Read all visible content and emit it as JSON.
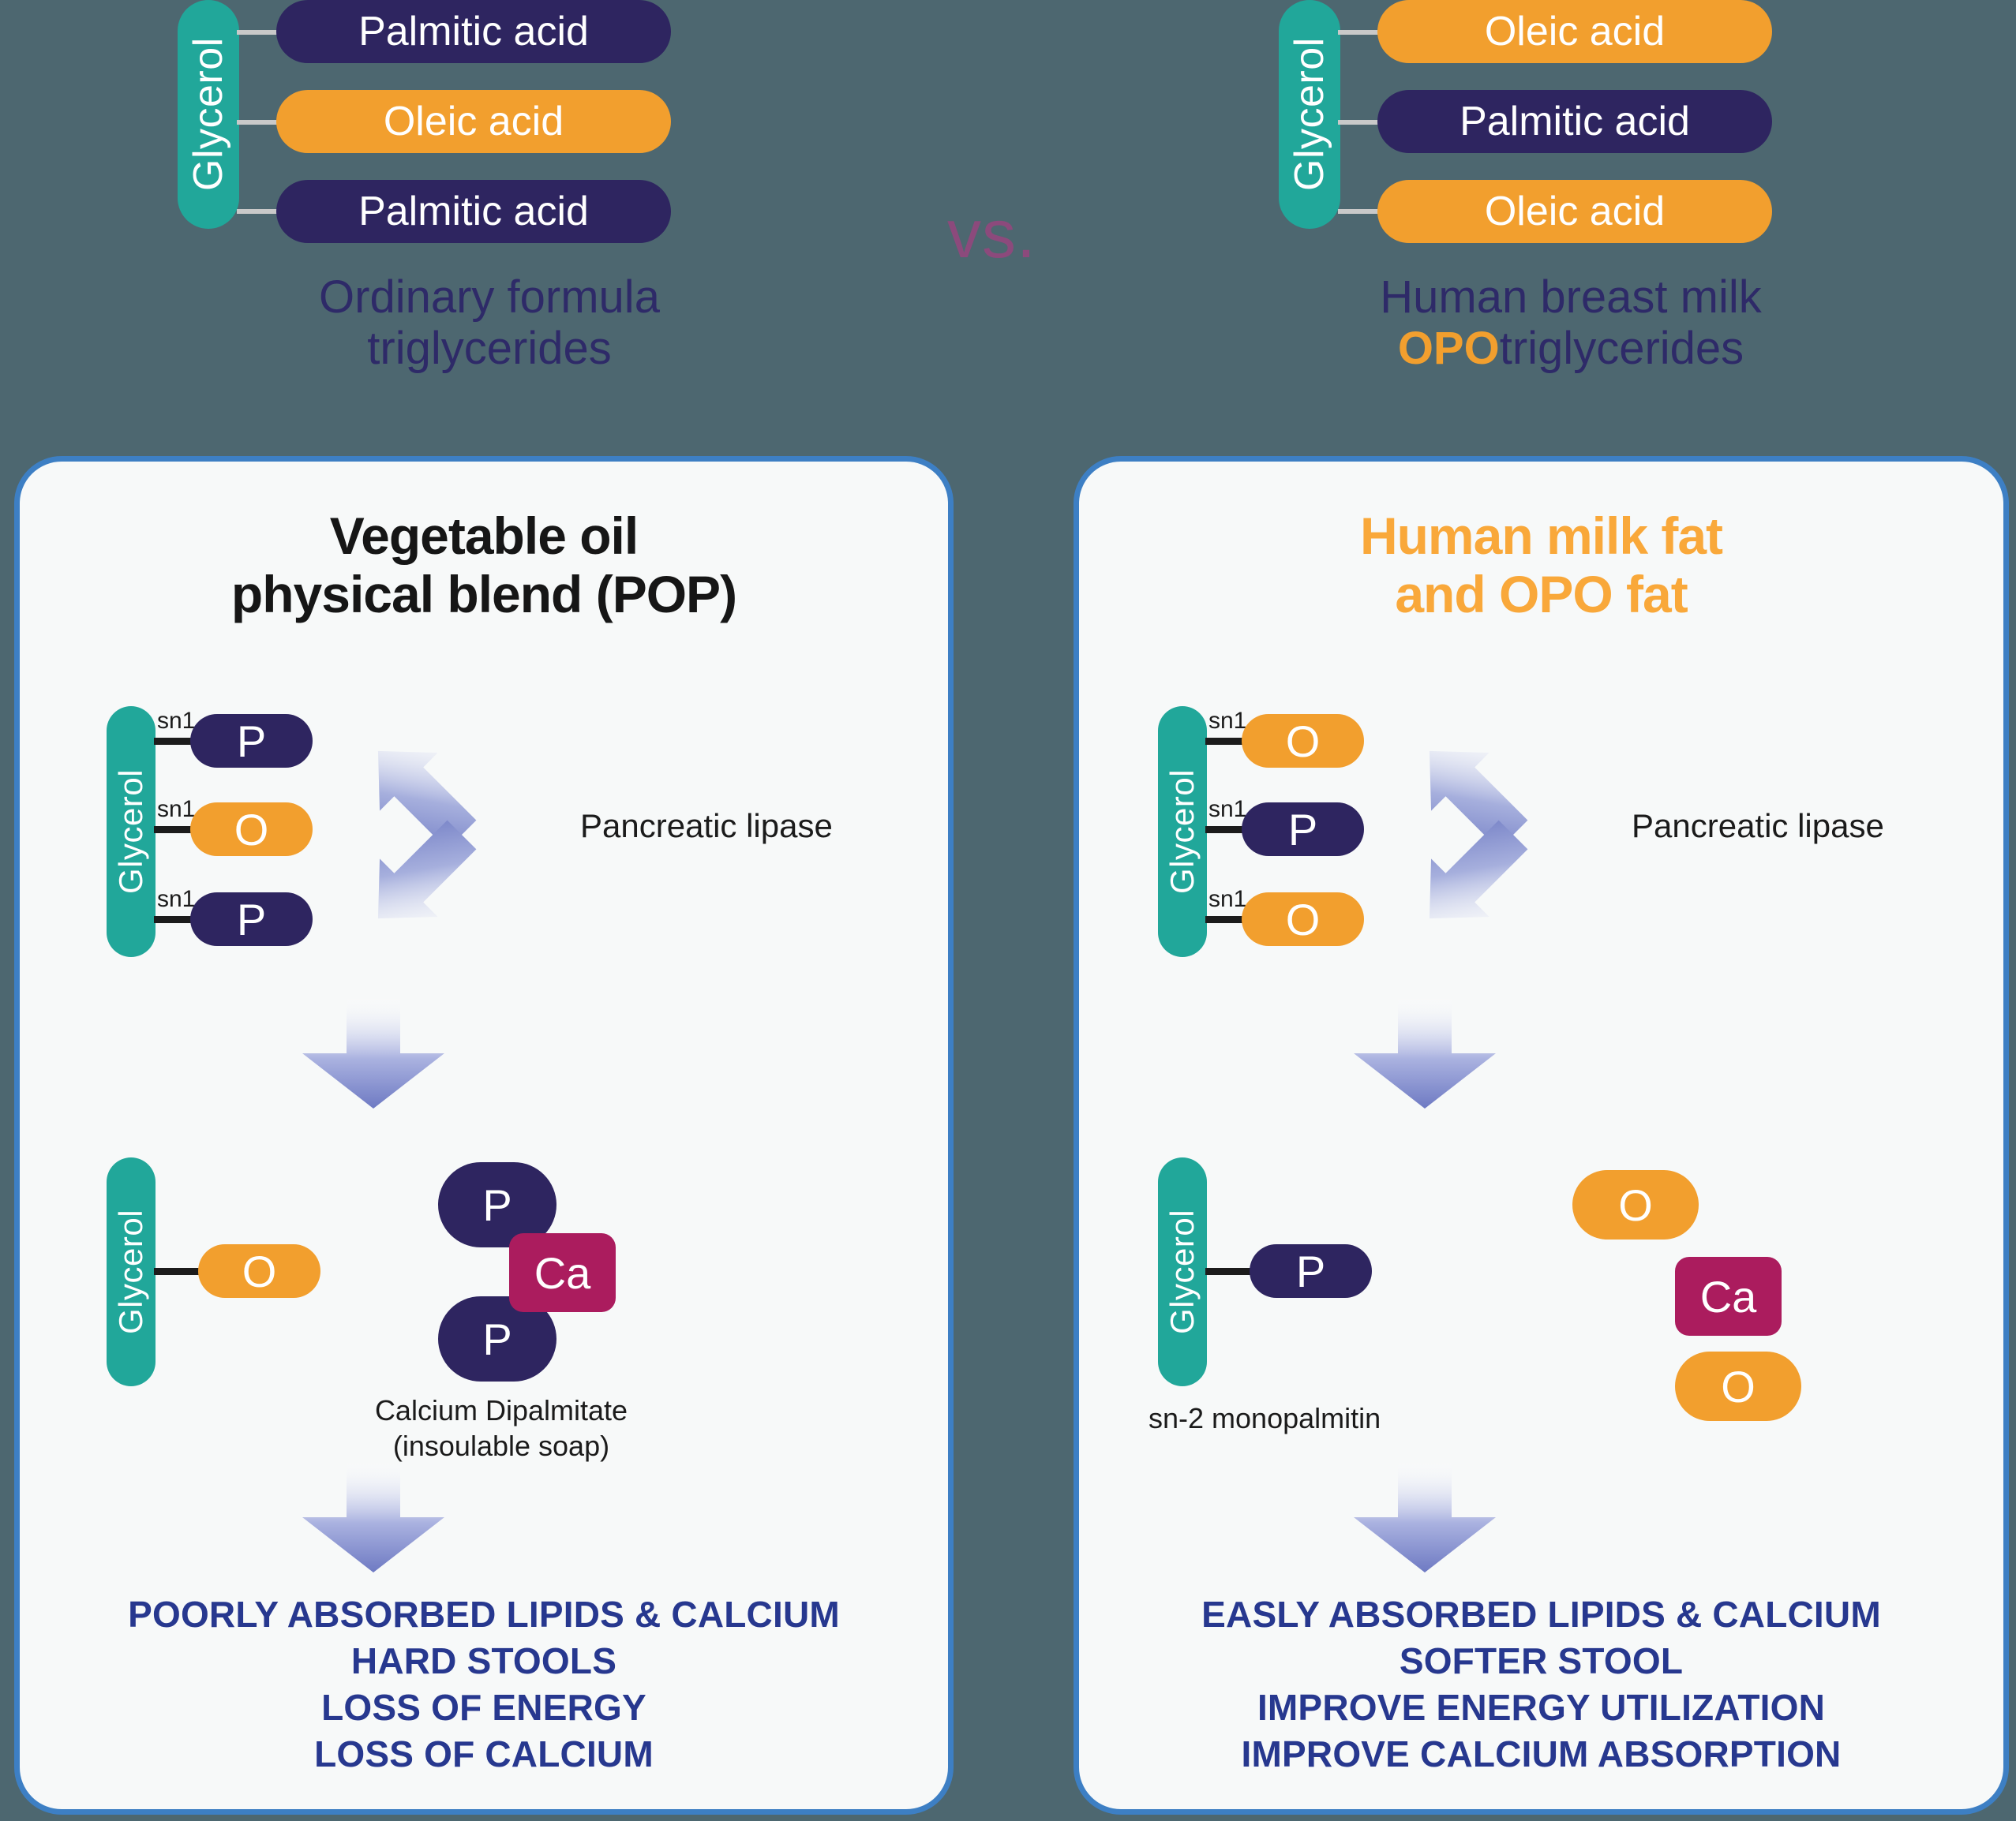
{
  "background_color": "#4d6770",
  "palette": {
    "glycerol_teal": "#21a79a",
    "palmitic_navy": "#2e2560",
    "oleic_orange": "#f29f2e",
    "calcium_magenta": "#ab1c5e",
    "card_border_blue": "#3d7fc4",
    "card_fill": "#f7f9f9",
    "outcome_blue": "#27388f",
    "vs_purple": "#8c4a7c",
    "arrow_blue": "#7b86c8"
  },
  "top": {
    "left": {
      "glycerol_label": "Glycerol",
      "acids": [
        "Palmitic acid",
        "Oleic acid",
        "Palmitic acid"
      ],
      "acid_types": [
        "palmitic",
        "oleic",
        "palmitic"
      ],
      "caption_line1": "Ordinary formula",
      "caption_line2": "triglycerides"
    },
    "vs_label": "vs.",
    "right": {
      "glycerol_label": "Glycerol",
      "acids": [
        "Oleic acid",
        "Palmitic acid",
        "Oleic acid"
      ],
      "acid_types": [
        "oleic",
        "palmitic",
        "oleic"
      ],
      "caption_line1": "Human breast milk",
      "caption_prefix_opo": "OPO",
      "caption_line2_rest": "triglycerides"
    }
  },
  "left_card": {
    "title_line1": "Vegetable oil",
    "title_line2": "physical blend (POP)",
    "glycerol_label": "Glycerol",
    "sn_labels": [
      "sn1",
      "sn1",
      "sn1"
    ],
    "residues": [
      "P",
      "O",
      "P"
    ],
    "enzyme_label": "Pancreatic lipase",
    "product_glycerol_label": "Glycerol",
    "product_residue": "O",
    "soap": {
      "top_residue": "P",
      "calcium": "Ca",
      "bottom_residue": "P",
      "caption": "Calcium Dipalmitate\n(insoulable soap)"
    },
    "outcomes": "POORLY ABSORBED LIPIDS & CALCIUM\nHARD STOOLS\nLOSS OF ENERGY\nLOSS OF CALCIUM"
  },
  "right_card": {
    "title_line1": "Human milk fat",
    "title_line2": "and OPO fat",
    "glycerol_label": "Glycerol",
    "sn_labels": [
      "sn1",
      "sn1",
      "sn1"
    ],
    "residues": [
      "O",
      "P",
      "O"
    ],
    "enzyme_label": "Pancreatic lipase",
    "product_glycerol_label": "Glycerol",
    "product_residue": "P",
    "product_caption": "sn-2 monopalmitin",
    "free": {
      "top_residue": "O",
      "calcium": "Ca",
      "bottom_residue": "O"
    },
    "outcomes": "EASLY ABSORBED LIPIDS & CALCIUM\nSOFTER STOOL\nIMPROVE ENERGY UTILIZATION\nIMPROVE CALCIUM ABSORPTION"
  }
}
